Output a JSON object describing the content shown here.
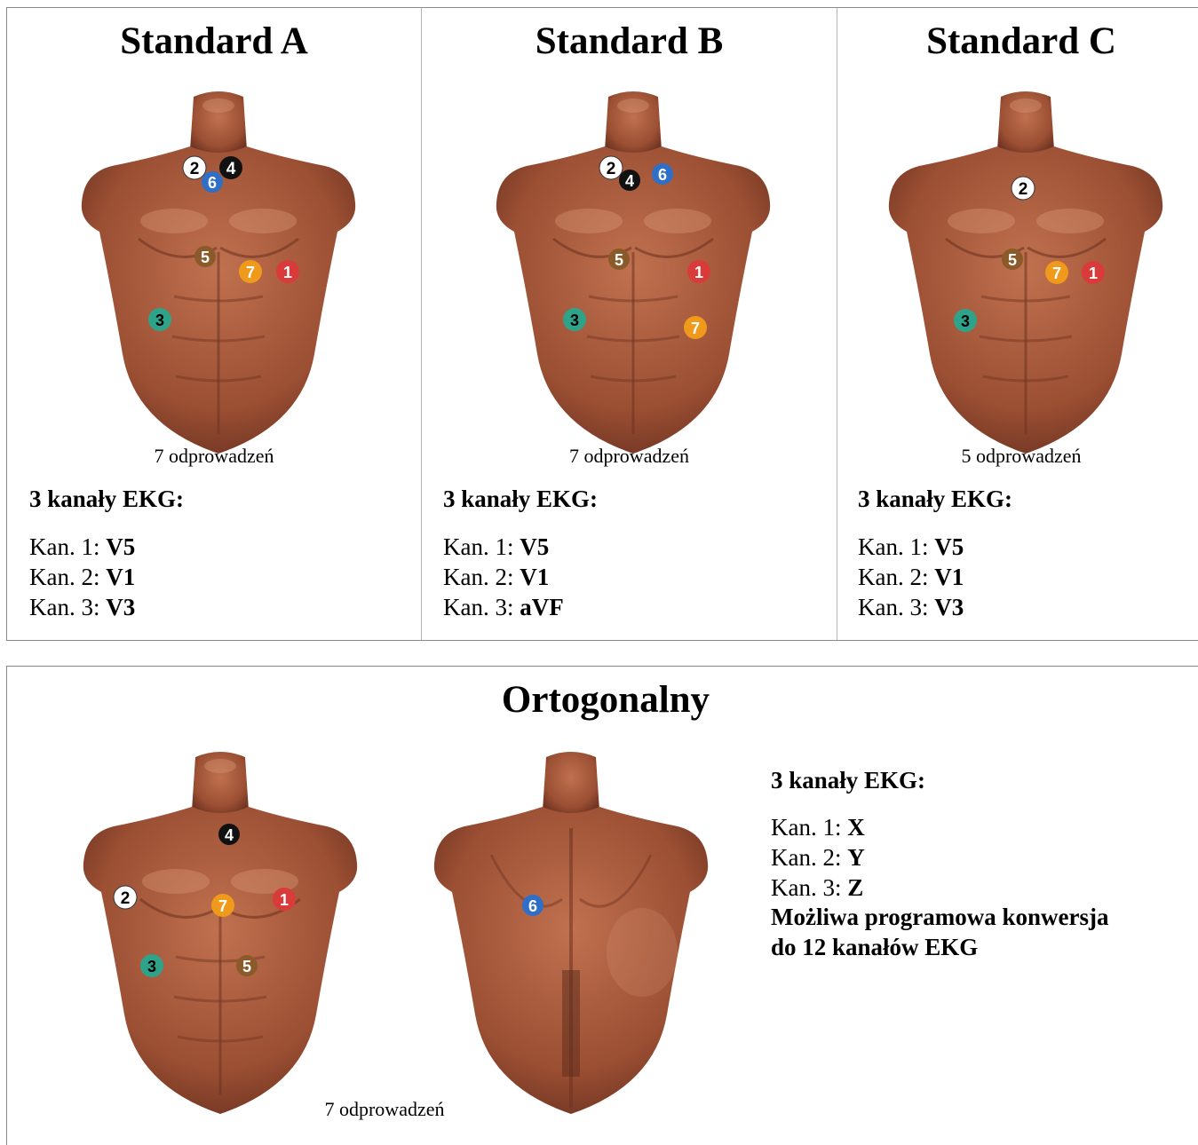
{
  "colors": {
    "skin": "#a4563a",
    "skin_dark": "#6e3322",
    "skin_light": "#d28a6a",
    "electrode_1": "#d93a3a",
    "electrode_2": "#ffffff",
    "electrode_3": "#2fa38a",
    "electrode_4": "#111111",
    "electrode_5": "#8a5a2a",
    "electrode_6": "#2f6fc8",
    "electrode_7": "#f09a1c",
    "border": "#8a8a8a"
  },
  "standards": [
    {
      "title": "Standard A",
      "caption": "7 odprowadzeń",
      "channels_title": "3 kanały EKG:",
      "channels": [
        {
          "label": "Kan. 1: ",
          "value": "V5"
        },
        {
          "label": "Kan. 2: ",
          "value": "V1"
        },
        {
          "label": "Kan. 3: ",
          "value": "V3"
        }
      ]
    },
    {
      "title": "Standard B",
      "caption": "7 odprowadzeń",
      "channels_title": "3 kanały EKG:",
      "channels": [
        {
          "label": "Kan. 1: ",
          "value": "V5"
        },
        {
          "label": "Kan. 2: ",
          "value": "V1"
        },
        {
          "label": "Kan. 3: ",
          "value": "aVF"
        }
      ]
    },
    {
      "title": "Standard C",
      "caption": "5 odprowadzeń",
      "channels_title": "3 kanały EKG:",
      "channels": [
        {
          "label": "Kan. 1: ",
          "value": "V5"
        },
        {
          "label": "Kan. 2: ",
          "value": "V1"
        },
        {
          "label": "Kan. 3: ",
          "value": "V3"
        }
      ]
    }
  ],
  "orthogonal": {
    "title": "Ortogonalny",
    "caption": "7 odprowadzeń",
    "channels_title": "3 kanały EKG:",
    "channels": [
      {
        "label": "Kan. 1: ",
        "value": "X"
      },
      {
        "label": "Kan. 2: ",
        "value": "Y"
      },
      {
        "label": "Kan. 3: ",
        "value": "Z"
      }
    ],
    "note_line1": "Możliwa programowa konwersja",
    "note_line2": "do 12 kanałów EKG"
  },
  "electrode_labels": [
    "1",
    "2",
    "3",
    "4",
    "5",
    "6",
    "7"
  ]
}
